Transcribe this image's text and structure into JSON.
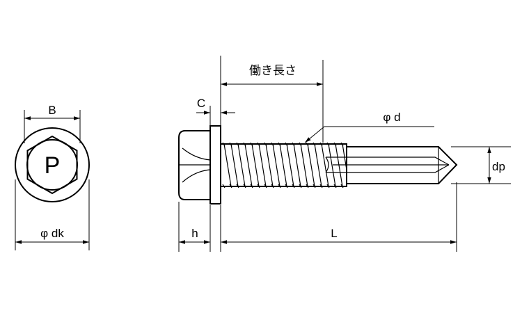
{
  "head_mark": "P",
  "labels": {
    "across_flats": "B",
    "washer_diameter": "φ dk",
    "washer_thickness": "C",
    "head_height": "h",
    "working_length": "働き長さ",
    "thread_diameter": "φ d",
    "length": "L",
    "drill_point_diameter": "dp"
  },
  "colors": {
    "line": "#000000",
    "background": "#ffffff"
  }
}
